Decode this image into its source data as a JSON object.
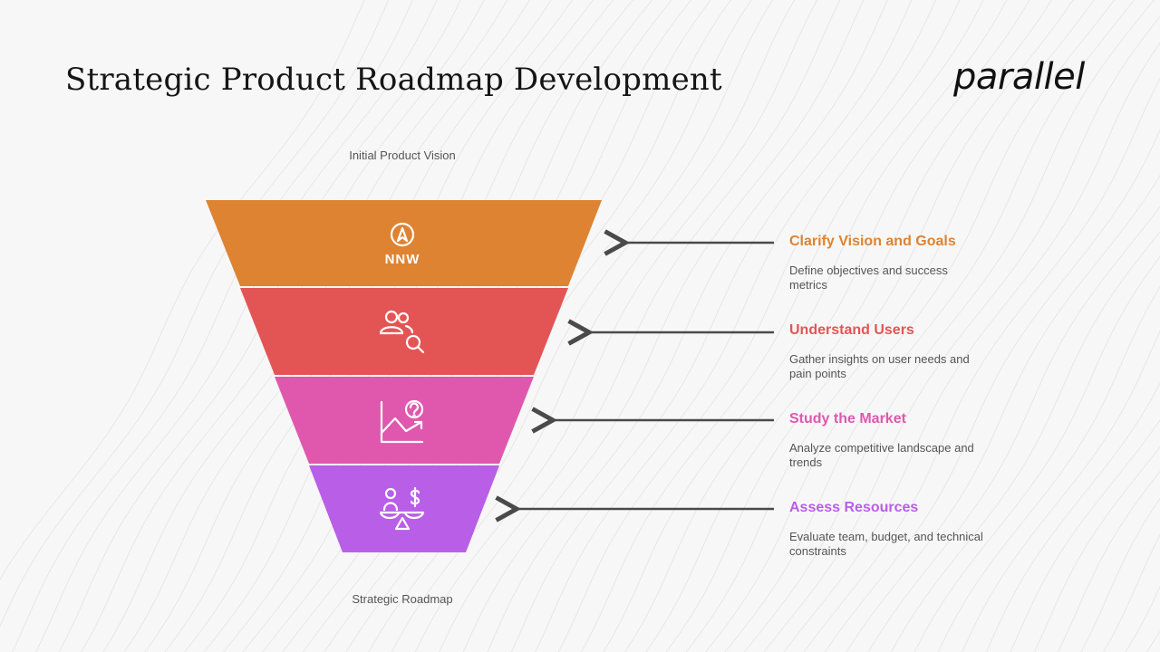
{
  "title": "Strategic Product Roadmap Development",
  "logo": "parallel",
  "top_label": "Initial Product Vision",
  "bottom_label": "Strategic Roadmap",
  "stages": [
    {
      "title": "Clarify Vision and Goals",
      "description": "Define objectives and success metrics",
      "color": "#de8332",
      "icon": "compass-nnw-icon",
      "icon_text": "NNW"
    },
    {
      "title": "Understand Users",
      "description": "Gather insights on user needs and pain points",
      "color": "#e35555",
      "icon": "users-search-icon"
    },
    {
      "title": "Study the Market",
      "description": "Analyze competitive landscape and trends",
      "color": "#df58ad",
      "icon": "chart-question-icon"
    },
    {
      "title": "Assess Resources",
      "description": "Evaluate team, budget, and technical constraints",
      "color": "#b95ee6",
      "icon": "resources-scale-icon"
    }
  ]
}
